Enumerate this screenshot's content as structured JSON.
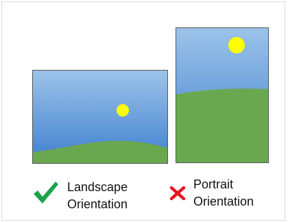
{
  "figure": {
    "landscape_caption": {
      "line1": "Landscape",
      "line2": "Orientation"
    },
    "portrait_caption": {
      "line1": "Portrait",
      "line2": "Orientation"
    },
    "icons": {
      "landscape_marker": "check-icon",
      "portrait_marker": "cross-icon"
    }
  },
  "colors": {
    "sky_top": "#9cc3e9",
    "sky_bottom": "#3f7fcf",
    "grass": "#6aa84f",
    "sun": "#ffff00",
    "check": "#1aa34a",
    "cross": "#e8141e",
    "border": "#555555"
  }
}
